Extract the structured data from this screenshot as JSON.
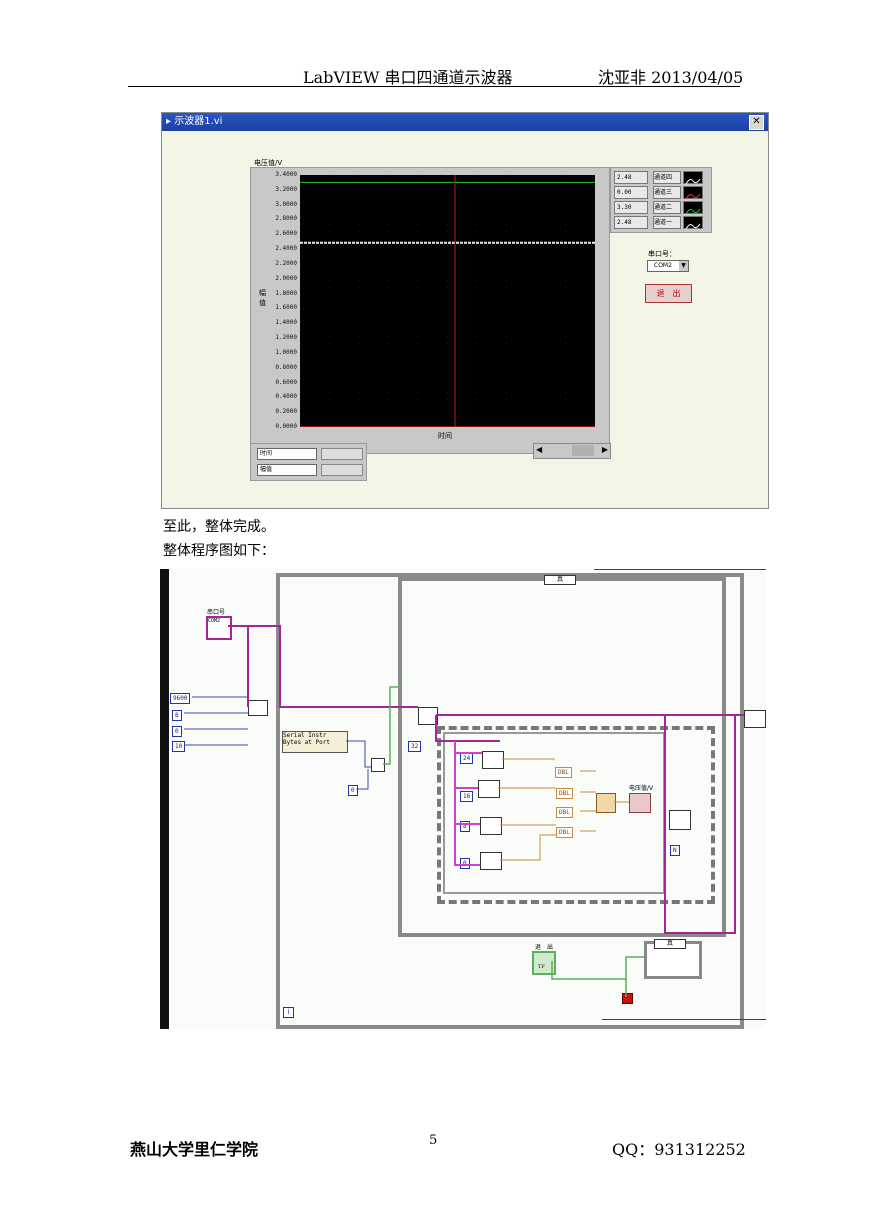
{
  "header": {
    "title": "LabVIEW 串口四通道示波器",
    "author_date": "沈亚非 2013/04/05"
  },
  "front_panel": {
    "window_title": "示波器1.vi",
    "chart": {
      "ylabel": "电压值/V",
      "yaxis_name": "幅值",
      "xlabel": "时间",
      "yticks": [
        "3.4000",
        "3.2000",
        "3.0000",
        "2.8000",
        "2.6000",
        "2.4000",
        "2.2000",
        "2.0000",
        "1.8000",
        "1.6000",
        "1.4000",
        "1.2000",
        "1.0000",
        "0.8000",
        "0.6000",
        "0.4000",
        "0.2000",
        "0.0000"
      ]
    },
    "chart_data": {
      "type": "line",
      "title": "",
      "ylabel": "电压值/V",
      "xlabel": "时间",
      "ylim": [
        0,
        3.4
      ],
      "series": [
        {
          "name": "通道四",
          "value": 2.48,
          "color": "#ffffff"
        },
        {
          "name": "通道三",
          "value": 0.0,
          "color": "#ff3030"
        },
        {
          "name": "通道二",
          "value": 3.3,
          "color": "#30c030"
        },
        {
          "name": "通道一",
          "value": 2.48,
          "color": "#ffffff"
        }
      ]
    },
    "legend_values": [
      "2.48",
      "0.00",
      "3.30",
      "2.48"
    ],
    "legend_names": [
      "通道四",
      "通道三",
      "通道二",
      "通道一"
    ],
    "port_label": "串口号：",
    "port_value": "COM2",
    "exit_button": "退　出",
    "cursor_time": "时间",
    "cursor_amp": "幅值"
  },
  "text": {
    "p1": "至此，整体完成。",
    "p2": "整体程序图如下："
  },
  "block_diagram": {
    "case_true": "真",
    "port_label": "串口号",
    "port_const": "COM2",
    "baud": "9600",
    "c8": "8",
    "c0a": "0",
    "c10": "10",
    "c0b": "0",
    "c32": "32",
    "serial_prop1": "Serial Instr",
    "serial_prop2": "Bytes at Port",
    "idx": [
      "24",
      "16",
      "8",
      "0"
    ],
    "dbl": [
      "DBL",
      "DBL",
      "DBL",
      "DBL"
    ],
    "chart_label": "电压值/V",
    "exit_label": "退　出",
    "tf": "TF",
    "n_label": "N",
    "i_label": "i",
    "case_true2": "真"
  },
  "footer": {
    "school": "燕山大学里仁学院",
    "page": "5",
    "qq": "QQ：931312252"
  }
}
